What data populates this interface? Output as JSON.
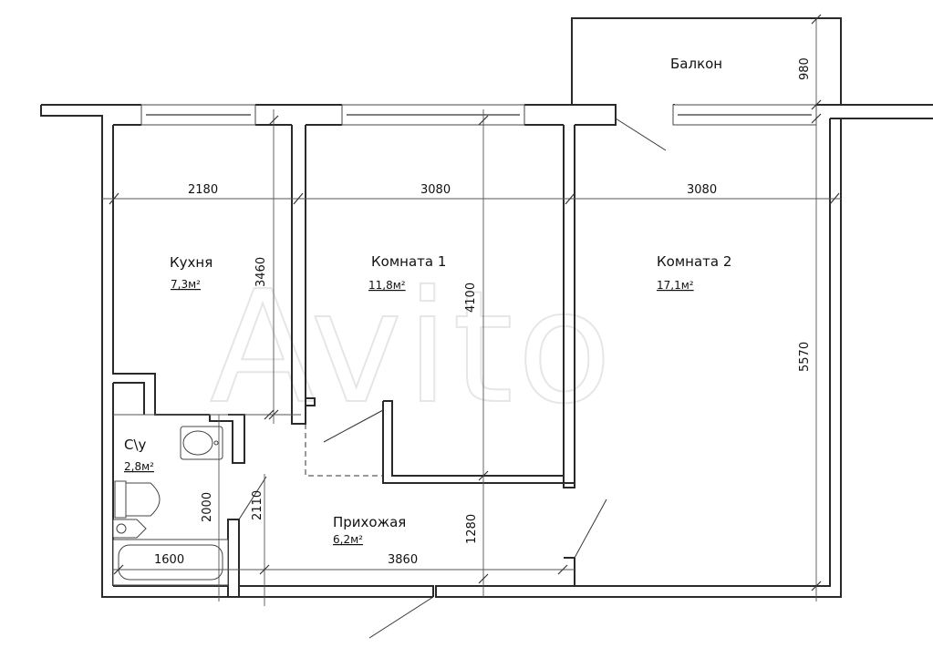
{
  "rooms": {
    "balcony": {
      "name": "Балкон"
    },
    "kitchen": {
      "name": "Кухня",
      "area": "7,3м²"
    },
    "room1": {
      "name": "Комната 1",
      "area": "11,8м²"
    },
    "room2": {
      "name": "Комната 2",
      "area": "17,1м²"
    },
    "bathroom": {
      "name": "С\\у",
      "area": "2,8м²"
    },
    "hallway": {
      "name": "Прихожая",
      "area": "6,2м²"
    }
  },
  "dimensions": {
    "kitchen_width": "2180",
    "room1_width": "3080",
    "room2_width": "3080",
    "kitchen_depth": "3460",
    "room1_depth": "4100",
    "room2_depth": "5570",
    "balcony_depth": "980",
    "bath_height": "2000",
    "corridor_height": "2110",
    "bath_width": "1600",
    "hallway_width": "3860",
    "hallway_depth": "1280"
  },
  "watermark": {
    "text": "Avito"
  }
}
